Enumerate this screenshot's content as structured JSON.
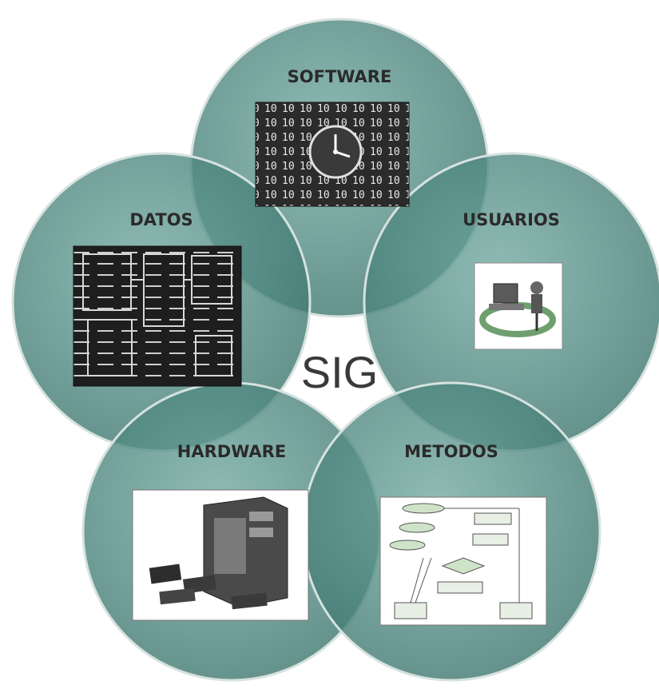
{
  "title": "",
  "center": {
    "label": "SIG"
  },
  "colors": {
    "circle_fill": "#4f8a82",
    "circle_edge": "#2e5e57",
    "label": "#2a2a2a",
    "background": "#ffffff"
  },
  "nodes": [
    {
      "id": "software",
      "label": "SOFTWARE",
      "image": "binary-code-clock"
    },
    {
      "id": "usuarios",
      "label": "USUARIOS",
      "image": "user-at-computer"
    },
    {
      "id": "metodos",
      "label": "METODOS",
      "image": "flowchart"
    },
    {
      "id": "hardware",
      "label": "HARDWARE",
      "image": "computer-tower-components"
    },
    {
      "id": "datos",
      "label": "DATOS",
      "image": "database-tables"
    }
  ]
}
